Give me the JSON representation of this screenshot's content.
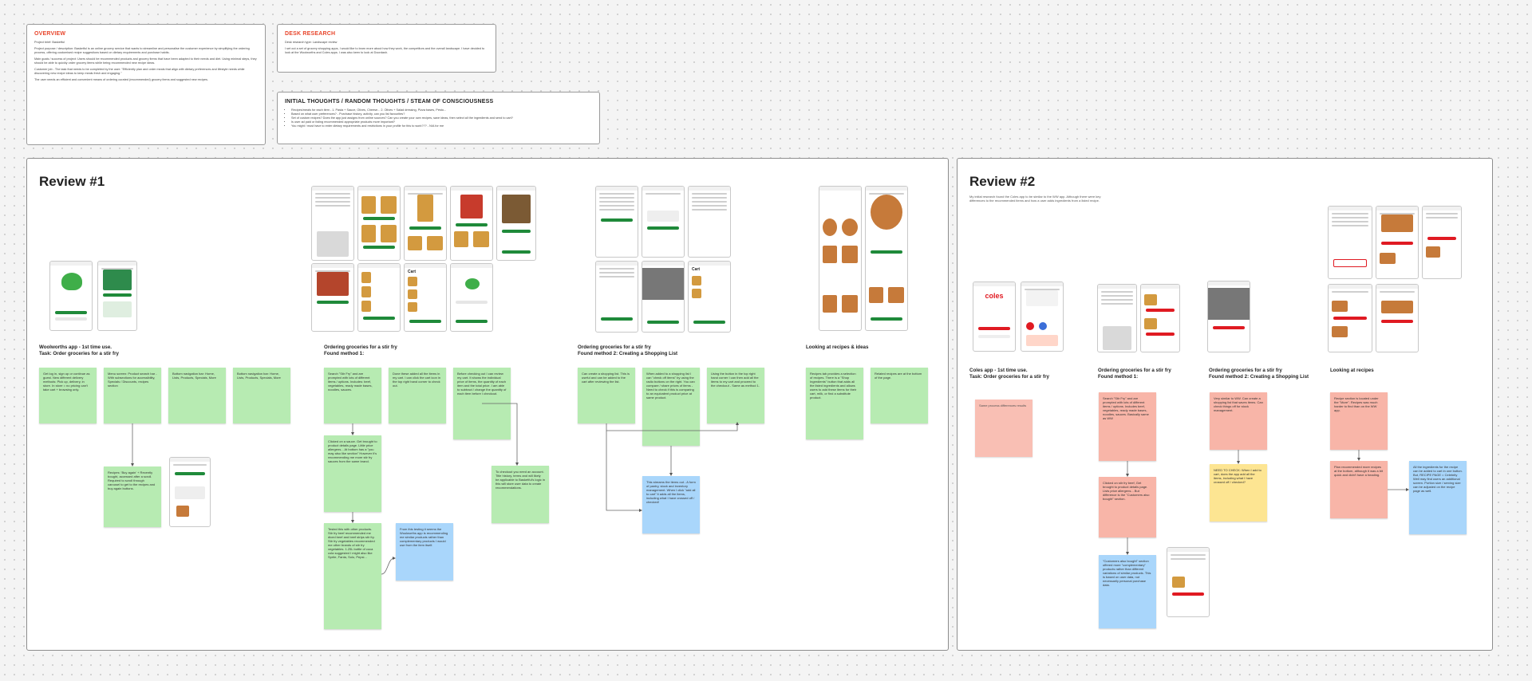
{
  "top_cards": {
    "overview": {
      "title": "OVERVIEW",
      "lines": [
        "Project brief: Basketful",
        "Project purpose / description: Basketful is an online grocery service that wants to streamline and personalise the customer experience by simplifying the ordering process, offering customised recipe suggestions based on dietary requirements and purchase habits.",
        "Main goals / success of project: Users should be recommended products and grocery items that have been adapted to their needs and diet. Using minimal steps, they should be able to quickly order grocery items while being recommended new recipe ideas.",
        "Customer job - The task that needs to be completed by the user: \"Efficiently plan and order meals that align with dietary preferences and lifestyle needs while discovering new recipe ideas to keep meals fresh and engaging.\"",
        "The user needs an efficient and convenient means of ordering curated (recommended) grocery items and suggested new recipes."
      ]
    },
    "desk_research": {
      "title": "DESK RESEARCH",
      "lines": [
        "Desk research type: Landscape review",
        "I set out a set of grocery shopping apps, I would like to learn more about how they work, the competitors and the overall landscape. I have decided to look at the Woolworths and Coles apps. I was also keen to look at Doordash."
      ]
    },
    "initial_thoughts": {
      "title": "INITIAL THOUGHTS / RANDOM THOUGHTS / STEAM OF CONSCIOUSNESS",
      "items": [
        "Recipes/meals for each item - 1. Pasta + Sauce, Olives, Cheese... 2. Olives + Salad dressing, Pizza bases, Pesto...",
        "Based on what user preferences? - Purchase history, activity, can you list favourites?",
        "Set of custom recipes? Does the app just assigns from online sources? Can you create your own recipes, save ideas, then select all the ingredients and send to cart?",
        "Is user ad paid or listing recommended appropriate products more important?",
        "You might / must have to enter dietary requirements and restrictions in your profile for this to work??? - N/A for me"
      ]
    }
  },
  "review1": {
    "title": "Review #1",
    "columns": [
      {
        "title": "Woolworths app - 1st time use.",
        "subtitle": "Task: Order groceries for a stir fry"
      },
      {
        "title": "Ordering groceries for a stir fry",
        "subtitle": "Found method 1:"
      },
      {
        "title": "Ordering groceries for a stir fry",
        "subtitle": "Found method 2: Creating a Shopping List"
      },
      {
        "title": "Looking at recipes & ideas",
        "subtitle": ""
      }
    ],
    "stickies": [
      "Get log in, sign up or continue as guest. New different delivery methods: Pick up, delivery, in store. In store = no pricing can't take cart + browsing only.",
      "Menu screen: Product search bar - With subsections for accessibility, Specials / Discounts, recipes section",
      "Bottom navigation bar: Home, Lists, Products, Specials, More",
      "Bottom navigation bar: Home, Lists, Products, Specials, More",
      "Recipes: 'Buy again' + Recently bought, accessed after a scroll. Required to scroll through carousel to get to the recipes and buy again buttons.",
      "Search \"Stir Fry\" and are prompted with lots of different items / options. Includes: beef, vegetables, ready made bases, noodles, sauces.",
      "Done these added all the items in my cart. I can click the cart icon in the top right hand corner to check out.",
      "Before checking out I can review my cart. It shows the individual price of items, the quantity of each item and the total price. I am able to subtract / change the quantity of each item before I checkout.",
      "Clicked on a sauce. Get brought to product details page. Little price allergens... At bottom has a \"you may also like section\" However it's recommending me more stir fry sauces from the same brand.",
      "To checkout you need an account. Title history, terms and will likely be applicable to Basketful's logic in this will store user data to create recommendations.",
      "Tested this with other products. Stir fry beef recommended me diced beef and beef strips stir fry. Stir fry vegetables recommended me other brands of stir fry vegetables. 1.25L bottle of coca cola suggested I might also like Sprite, Fanta, Solo, Pepsi...",
      "From this testing it seems the Woolworths app is recommending me similar products rather than complementary products I would use from the item itself.",
      "Can create a shopping list. This is useful and can be added to the cart after reviewing the list.",
      "When added to a shopping list I can \"check off items\" by using the radio buttons on the right. You can compare / share prices of items - Need to check if this is comparing to an equivalent product price at same product.",
      "Using the button in the top right hand corner I can then add all the items to my cart and proceed to the checkout - Same as method 1.",
      "This streams the items out - A form of pantry, stock and inventory management. When I click \"add all to cart\" it adds all the items, including what I have crossed off / checked!",
      "Recipes tab provides a selection of recipes. There is a \"Shop Ingredients\" button that adds all the listed ingredients and allows users to add these items for their cart, milk, or find a substitute product.",
      "Related recipes are at the bottom of the page."
    ]
  },
  "review2": {
    "title": "Review #2",
    "intro": "My initial research found the Coles app to be similar to the WW app. Although there were key differences to the recommended items and how a user adds ingredients from a listed recipe.",
    "columns": [
      {
        "title": "Coles app - 1st time use.",
        "subtitle": "Task: Order groceries for a stir fry"
      },
      {
        "title": "Ordering groceries for a stir fry",
        "subtitle": "Found method 1:"
      },
      {
        "title": "Ordering groceries for a stir fry",
        "subtitle": "Found method 2: Creating a Shopping List"
      },
      {
        "title": "Looking at recipes",
        "subtitle": ""
      }
    ],
    "stickies": [
      "Same process differences results",
      "Search \"Stir Fry\" and are prompted with lots of different items / options. Includes beef, vegetables, ready made bases, noodles, sauces. Basically same as WW",
      "Clicked on stir fry beef, Get brought to product details page. Lists price allergens... But difference is the \"Customers also bought\" section.",
      "\"Customers also bought\" section offered more \"complementary\" products rather than different variations of similar products. This is based on user data, not necessarily personal purchase data.",
      "Very similar to WW. Can create a shopping list that saves items. Can check things off for stock management.",
      "NEED TO CHECK: When I add to cart, does the app add all the items, including what I have crossed off / checked?",
      "Recipe section is located under the \"More\". Recipes was much harder to find than on the WW app.",
      "Plan recommended more recipes at the bottom, although it was a bit quick and didn't have a heading.",
      "All the ingredients for the recipe can be added to cart in one button. But, RECIPE PAGE = Celebrity Well may find users an additional screen. Portion size / serving size can be adjusted on the recipe page as well."
    ]
  },
  "icons": {
    "woolworths_logo": "woolworths-logo-icon",
    "coles_logo": "coles-logo-icon"
  },
  "screen_text": {
    "coles": "coles",
    "cart": "Cart"
  },
  "colors": {
    "sticky_green": "#b7ebb2",
    "sticky_blue": "#a9d6fb",
    "sticky_pink": "#f8b5a8",
    "sticky_yellow": "#fde592",
    "accent_red": "#e8462c",
    "woolworths_green": "#1f8a3a",
    "coles_red": "#e01a22"
  }
}
